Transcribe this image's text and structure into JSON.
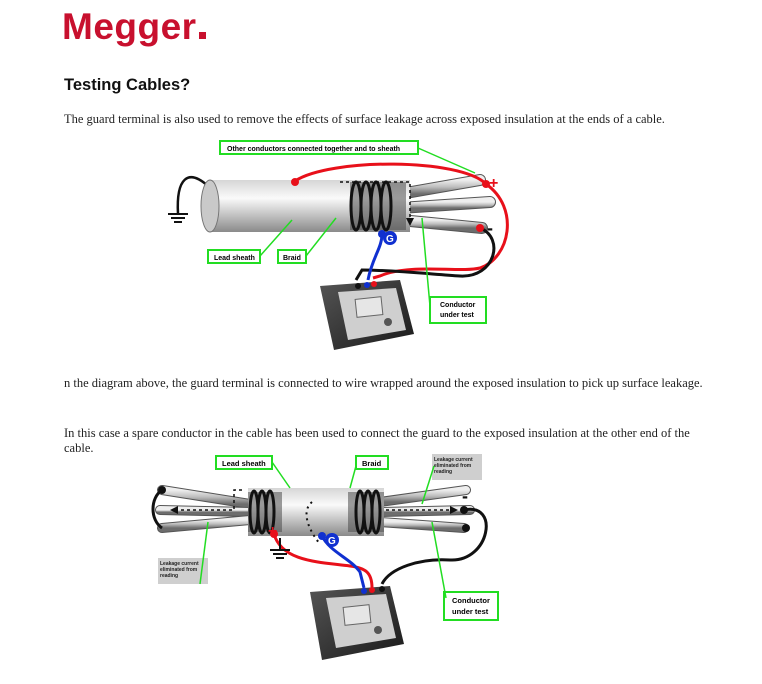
{
  "brand": {
    "name": "Megger",
    "color": "#c8102e"
  },
  "heading": "Testing Cables?",
  "paragraphs": {
    "p1": "The guard terminal is also used to remove the effects of surface leakage across exposed insulation at the ends of a cable.",
    "p2": "n the diagram above, the guard terminal is connected to wire wrapped around the exposed insulation to pick up surface leakage.",
    "p3": "In this case a spare conductor in the cable has been used to connect the guard to the exposed insulation at the other end of the cable."
  },
  "figure1": {
    "labels": {
      "other_conductors": "Other conductors connected together and to sheath",
      "lead_sheath": "Lead sheath",
      "braid": "Braid",
      "conductor_line1": "Conductor",
      "conductor_line2": "under test",
      "guard": "G",
      "plus": "+",
      "minus": "-"
    }
  },
  "figure2": {
    "labels": {
      "lead_sheath": "Lead sheath",
      "braid": "Braid",
      "leakage_right_l1": "Leakage current",
      "leakage_right_l2": "eliminated from",
      "leakage_right_l3": "reading",
      "leakage_left_l1": "Leakage current",
      "leakage_left_l2": "eliminated from",
      "leakage_left_l3": "reading",
      "conductor_line1": "Conductor",
      "conductor_line2": "under test",
      "guard": "G",
      "plus": "+",
      "minus": "-"
    }
  },
  "colors": {
    "label_border": "#22dd22",
    "wire_red": "#e8101a",
    "wire_blue": "#1030d0",
    "wire_black": "#111111",
    "leakage_box": "#cfcfcf"
  }
}
